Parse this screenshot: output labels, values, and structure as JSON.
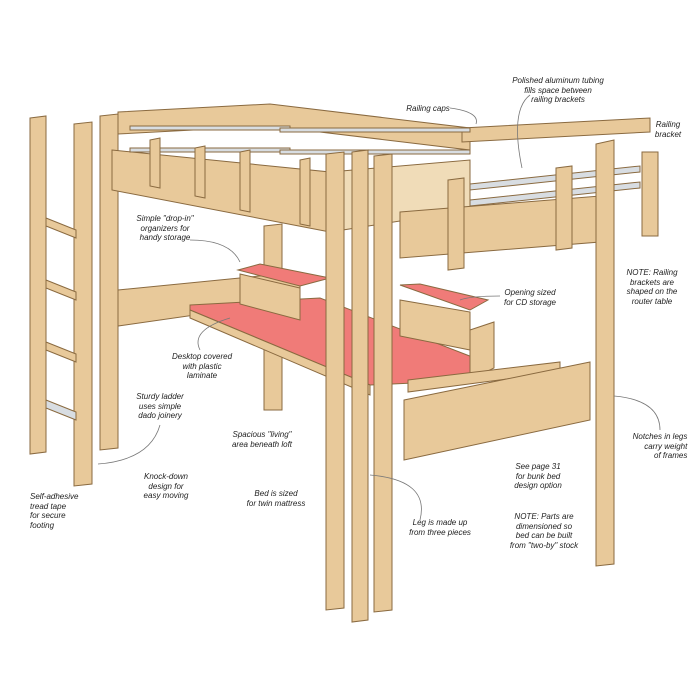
{
  "title": "Loft bed exploded view",
  "colors": {
    "wood": "#e8c99a",
    "wood_dark": "#c9a06a",
    "outline": "#8a6a40",
    "laminate": "#f07b78",
    "tubing": "#d8dde2"
  },
  "labels": {
    "tubing": [
      "Polished aluminum tubing",
      "fills space between",
      "railing brackets"
    ],
    "railing_caps": [
      "Railing caps"
    ],
    "railing_bracket": [
      "Railing",
      "bracket"
    ],
    "organizers": [
      "Simple \"drop-in\"",
      "organizers for",
      "handy storage"
    ],
    "cd_storage": [
      "Opening sized",
      "for CD storage"
    ],
    "note_brackets": [
      "NOTE: Railing",
      "brackets are",
      "shaped on the",
      "router table"
    ],
    "desktop": [
      "Desktop covered",
      "with plastic",
      "laminate"
    ],
    "ladder": [
      "Sturdy ladder",
      "uses simple",
      "dado joinery"
    ],
    "living": [
      "Spacious \"living\"",
      "area beneath loft"
    ],
    "knockdown": [
      "Knock-down",
      "design for",
      "easy moving"
    ],
    "tread": [
      "Self-adhesive",
      "tread tape",
      "for secure",
      "footing"
    ],
    "twin": [
      "Bed is sized",
      "for twin mattress"
    ],
    "leg": [
      "Leg is made up",
      "from three pieces"
    ],
    "bunk": [
      "See page 31",
      "for bunk bed",
      "design option"
    ],
    "note_parts": [
      "NOTE: Parts are",
      "dimensioned so",
      "bed can be built",
      "from \"two-by\" stock"
    ],
    "notches": [
      "Notches in legs",
      "carry weight",
      "of frames"
    ]
  }
}
